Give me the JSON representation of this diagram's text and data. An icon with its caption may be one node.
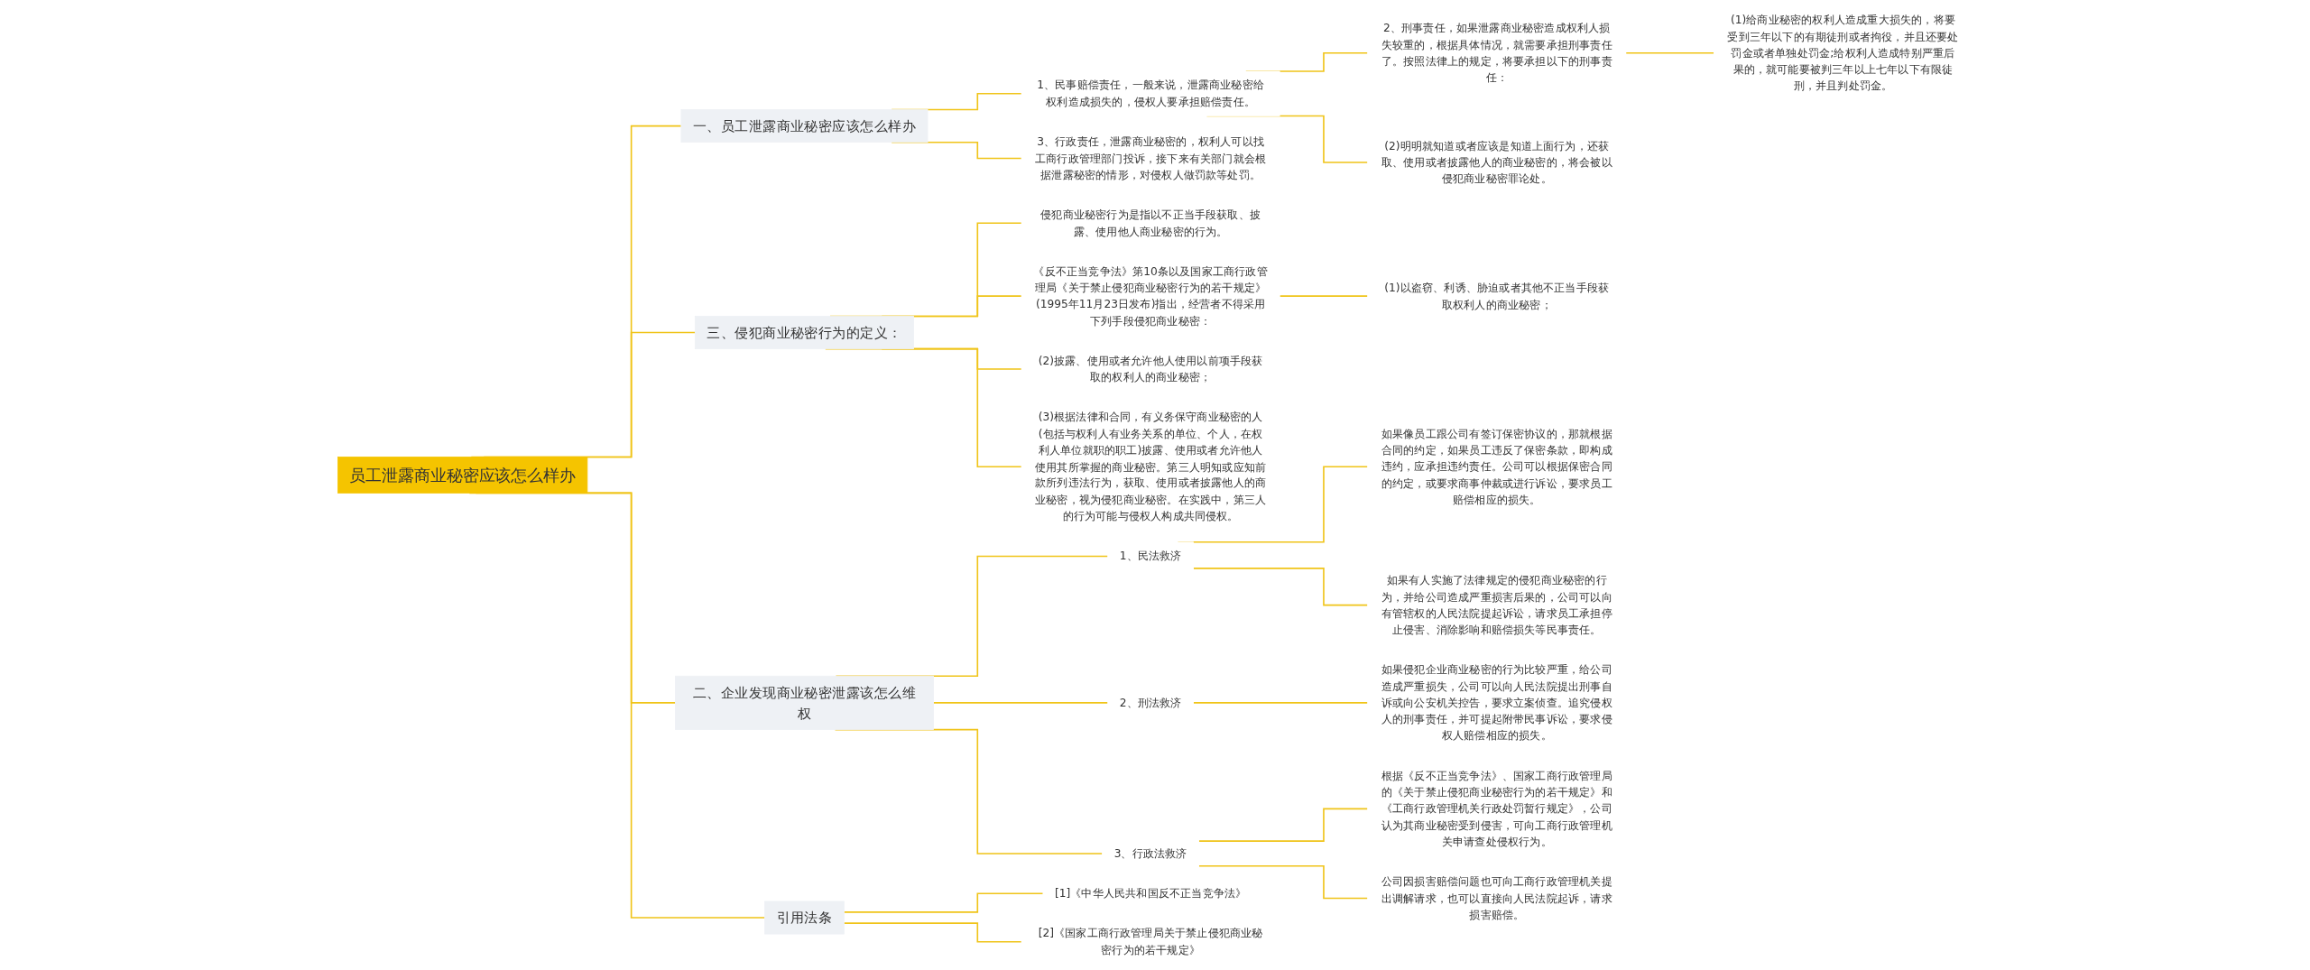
{
  "diagram": {
    "nodes": [
      {
        "text": [
          "员工泄露商业秘密应该怎么样办"
        ]
      },
      {
        "text": [
          "一、员工泄露商业秘密应该怎么样办"
        ]
      },
      {
        "text": [
          "1、民事赔偿责任，一般来说，泄露商业秘密给权利造成损失的，侵权人要承担赔偿责任。"
        ]
      },
      {
        "text": [
          "2、刑事责任，如果泄露商业秘密造成权利人损失较重的，根据具体情况，就需要承担刑事责任了。按照法律上的规定，将要承担以下的刑事责任："
        ]
      },
      {
        "text": [
          "(1)给商业秘密的权利人造成重大损失的，将要受到三年以下的有期徒刑或者拘役，并且还要处罚金或者单独处罚金;给权利人造成特别严重后果的，就可能要被判三年以上七年以下有限徒刑，并且判处罚金。"
        ]
      },
      {
        "text": [
          "(2)明明就知道或者应该是知道上面行为，还获取、使用或者披露他人的商业秘密的，将会被以侵犯商业秘密罪论处。"
        ]
      },
      {
        "text": [
          "3、行政责任，泄露商业秘密的，权利人可以找工商行政管理部门投诉，接下来有关部门就会根据泄露秘密的情形，对侵权人做罚款等处罚。"
        ]
      },
      {
        "text": [
          "三、侵犯商业秘密行为的定义："
        ]
      },
      {
        "text": [
          "侵犯商业秘密行为是指以不正当手段获取、披露、使用他人商业秘密的行为。"
        ]
      },
      {
        "text": [
          "《反不正当竞争法》第10条以及国家工商行政管理局《关于禁止侵犯商业秘密行为的若干规定》(1995年11月23日发布)指出，经营者不得采用下列手段侵犯商业秘密："
        ]
      },
      {
        "text": [
          "(1)以盗窃、利诱、胁迫或者其他不正当手段获取权利人的商业秘密；"
        ]
      },
      {
        "text": [
          "(2)披露、使用或者允许他人使用以前项手段获取的权利人的商业秘密；"
        ]
      },
      {
        "text": [
          "(3)根据法律和合同，有义务保守商业秘密的人(包括与权利人有业务关系的单位、个人，在权利人单位就职的职工)披露、使用或者允许他人使用其所掌握的商业秘密。第三人明知或应知前款所列违法行为，获取、使用或者披露他人的商业秘密，视为侵犯商业秘密。在实践中，第三人的行为可能与侵权人构成共同侵权。"
        ]
      },
      {
        "text": [
          "二、企业发现商业秘密泄露该怎么维权"
        ]
      },
      {
        "text": [
          "1、民法救济"
        ]
      },
      {
        "text": [
          "如果像员工跟公司有签订保密协议的，那就根据合同的约定，如果员工违反了保密条款，即构成违约，应承担违约责任。公司可以根据保密合同的约定，或要求商事仲裁或进行诉讼，要求员工赔偿相应的损失。"
        ]
      },
      {
        "text": [
          "如果有人实施了法律规定的侵犯商业秘密的行为，并给公司造成严重损害后果的，公司可以向有管辖权的人民法院提起诉讼，请求员工承担停止侵害、消除影响和赔偿损失等民事责任。"
        ]
      },
      {
        "text": [
          "2、刑法救济"
        ]
      },
      {
        "text": [
          "如果侵犯企业商业秘密的行为比较严重，给公司造成严重损失，公司可以向人民法院提出刑事自诉或向公安机关控告，要求立案侦查。追究侵权人的刑事责任，并可提起附带民事诉讼，要求侵权人赔偿相应的损失。"
        ]
      },
      {
        "text": [
          "3、行政法救济"
        ]
      },
      {
        "text": [
          "根据《反不正当竞争法》、国家工商行政管理局的《关于禁止侵犯商业秘密行为的若干规定》和《工商行政管理机关行政处罚暂行规定》，公司认为其商业秘密受到侵害，可向工商行政管理机关申请查处侵权行为。"
        ]
      },
      {
        "text": [
          "公司因损害赔偿问题也可向工商行政管理机关提出调解请求，也可以直接向人民法院起诉，请求损害赔偿。"
        ]
      },
      {
        "text": [
          "引用法条"
        ]
      },
      {
        "text": [
          "[1]《中华人民共和国反不正当竞争法》"
        ]
      },
      {
        "text": [
          "[2]《国家工商行政管理局关于禁止侵犯商业秘密行为的若干规定》"
        ]
      }
    ],
    "edges": [
      {
        "from": 0,
        "to": 1,
        "arrow": "none"
      },
      {
        "from": 1,
        "to": 2,
        "arrow": "none"
      },
      {
        "from": 2,
        "to": 3,
        "arrow": "none"
      },
      {
        "from": 3,
        "to": 4,
        "arrow": "none"
      },
      {
        "from": 2,
        "to": 5,
        "arrow": "none"
      },
      {
        "from": 1,
        "to": 6,
        "arrow": "none"
      },
      {
        "from": 0,
        "to": 7,
        "arrow": "none"
      },
      {
        "from": 7,
        "to": 8,
        "arrow": "none"
      },
      {
        "from": 7,
        "to": 9,
        "arrow": "none"
      },
      {
        "from": 9,
        "to": 10,
        "arrow": "none"
      },
      {
        "from": 7,
        "to": 11,
        "arrow": "none"
      },
      {
        "from": 7,
        "to": 12,
        "arrow": "none"
      },
      {
        "from": 0,
        "to": 13,
        "arrow": "none"
      },
      {
        "from": 13,
        "to": 14,
        "arrow": "none"
      },
      {
        "from": 14,
        "to": 15,
        "arrow": "none"
      },
      {
        "from": 14,
        "to": 16,
        "arrow": "none"
      },
      {
        "from": 13,
        "to": 17,
        "arrow": "none"
      },
      {
        "from": 17,
        "to": 18,
        "arrow": "none"
      },
      {
        "from": 13,
        "to": 19,
        "arrow": "none"
      },
      {
        "from": 19,
        "to": 20,
        "arrow": "none"
      },
      {
        "from": 19,
        "to": 21,
        "arrow": "none"
      },
      {
        "from": 0,
        "to": 22,
        "arrow": "none"
      },
      {
        "from": 22,
        "to": 23,
        "arrow": "none"
      },
      {
        "from": 22,
        "to": 24,
        "arrow": "none"
      }
    ]
  }
}
